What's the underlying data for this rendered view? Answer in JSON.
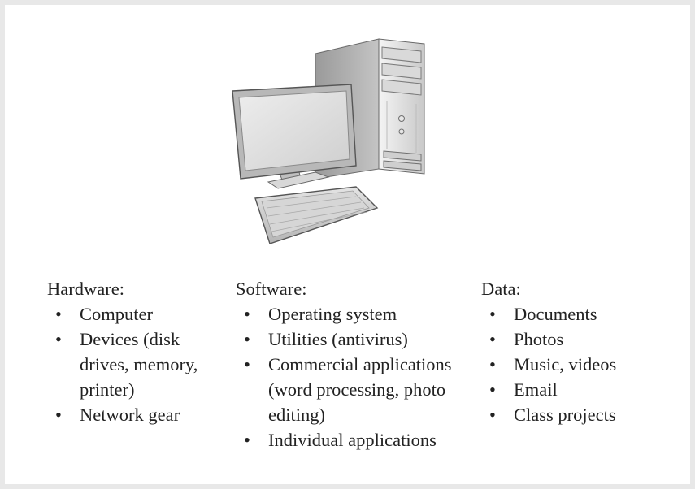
{
  "columns": {
    "hardware": {
      "heading": "Hardware:",
      "items": [
        "Computer",
        "Devices (disk drives, memory, printer)",
        "Network gear"
      ]
    },
    "software": {
      "heading": "Software:",
      "items": [
        "Operating system",
        "Utilities (antivirus)",
        "Commercial applications (word processing, photo editing)",
        "Individual applications"
      ]
    },
    "data": {
      "heading": "Data:",
      "items": [
        "Documents",
        "Photos",
        "Music, videos",
        "Email",
        "Class projects"
      ]
    }
  },
  "illustration": {
    "icon": "desktop-computer-icon",
    "colors": {
      "light": "#f2f2f2",
      "mid": "#d0d0d0",
      "dark": "#8a8a8a",
      "outline": "#5c5c5c"
    }
  }
}
